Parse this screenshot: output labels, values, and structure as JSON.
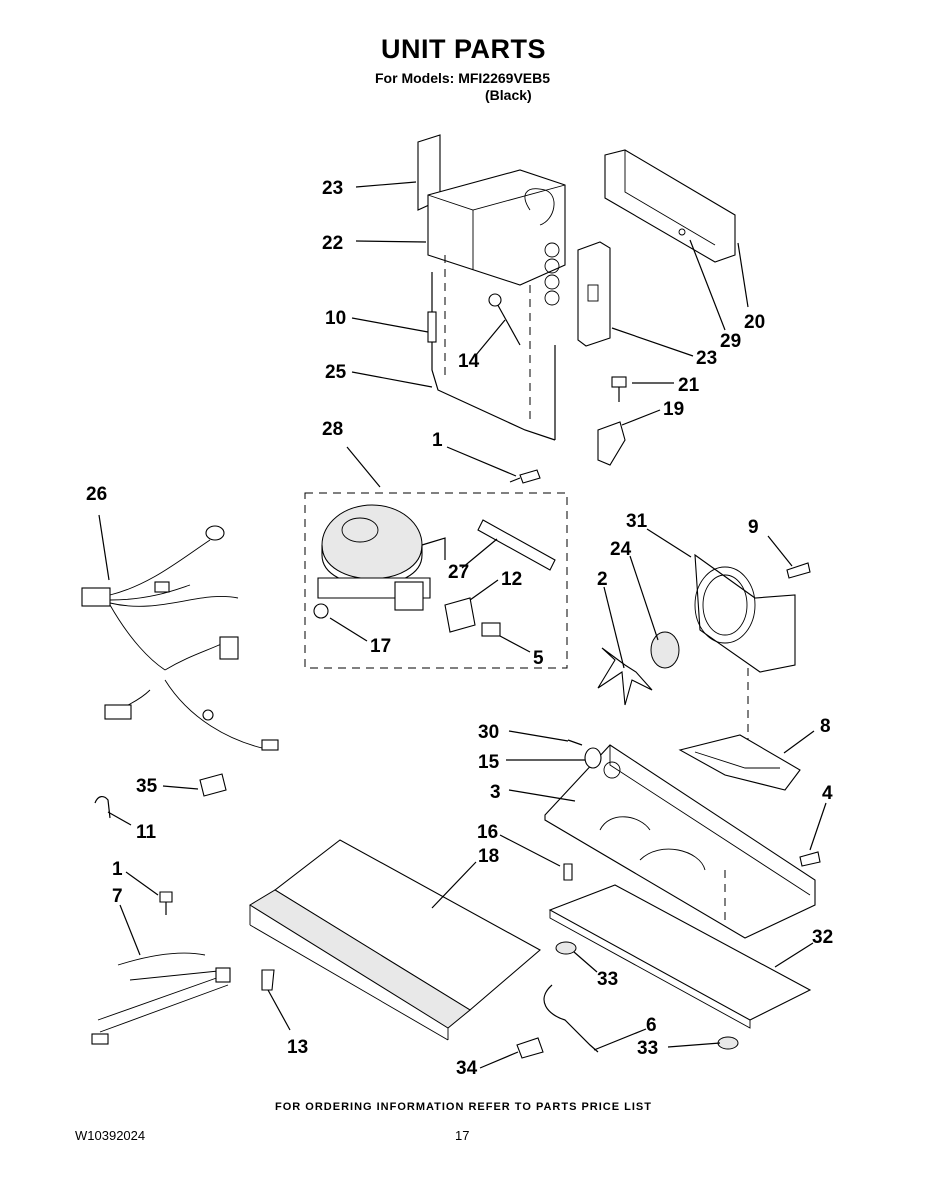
{
  "header": {
    "title": "UNIT PARTS",
    "models_line": "For Models: MFI2269VEB5",
    "color_line": "(Black)"
  },
  "callouts": {
    "c23a": "23",
    "c22": "22",
    "c10": "10",
    "c25": "25",
    "c14": "14",
    "c20": "20",
    "c29": "29",
    "c23b": "23",
    "c21": "21",
    "c19": "19",
    "c28": "28",
    "c1a": "1",
    "c26": "26",
    "c27": "27",
    "c12": "12",
    "c17": "17",
    "c5": "5",
    "c31": "31",
    "c9": "9",
    "c24": "24",
    "c2": "2",
    "c8": "8",
    "c30": "30",
    "c15": "15",
    "c3": "3",
    "c4": "4",
    "c35": "35",
    "c11": "11",
    "c16": "16",
    "c18": "18",
    "c1b": "1",
    "c7": "7",
    "c32": "32",
    "c33a": "33",
    "c13": "13",
    "c6": "6",
    "c34": "34",
    "c33b": "33"
  },
  "footer": {
    "ordering_note": "FOR ORDERING INFORMATION REFER TO PARTS PRICE LIST",
    "document_number": "W10392024",
    "page_number": "17"
  }
}
